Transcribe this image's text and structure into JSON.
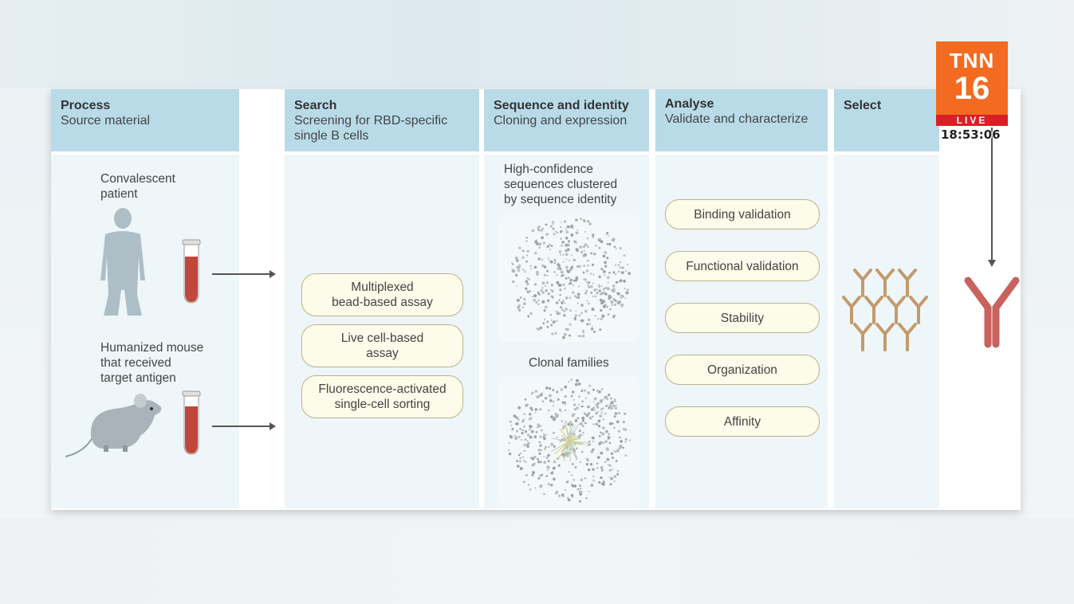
{
  "columns": [
    {
      "title": "Process",
      "subtitle": "Source material"
    },
    {
      "title": "Search",
      "subtitle": "Screening for RBD-specific\nsingle B cells"
    },
    {
      "title": "Sequence and identity",
      "subtitle": "Cloning and expression"
    },
    {
      "title": "Analyse",
      "subtitle": "Validate and characterize"
    },
    {
      "title": "Select",
      "subtitle": ""
    }
  ],
  "process": {
    "patient_label": "Convalescent\npatient",
    "mouse_label": "Humanized mouse\nthat received\ntarget antigen"
  },
  "search": {
    "assays": [
      "Multiplexed\nbead-based assay",
      "Live cell-based\nassay",
      "Fluorescence-activated\nsingle-cell sorting"
    ]
  },
  "sequence": {
    "clustered_label": "High-confidence\nsequences clustered\nby sequence identity",
    "clonal_label": "Clonal families"
  },
  "analyse": {
    "steps": [
      "Binding validation",
      "Functional validation",
      "Stability",
      "Organization",
      "Affinity"
    ]
  },
  "broadcast": {
    "channel": "TNN",
    "number": "16",
    "live": "LIVE",
    "time": "18:53:06"
  },
  "colors": {
    "header": "#b9dbe8",
    "body": "#eef6f9",
    "antibody_brown": "#c49a6c",
    "antibody_red": "#c9625f",
    "blood": "#c0473a",
    "logo_orange": "#f26b21",
    "live_red": "#d81f26"
  }
}
